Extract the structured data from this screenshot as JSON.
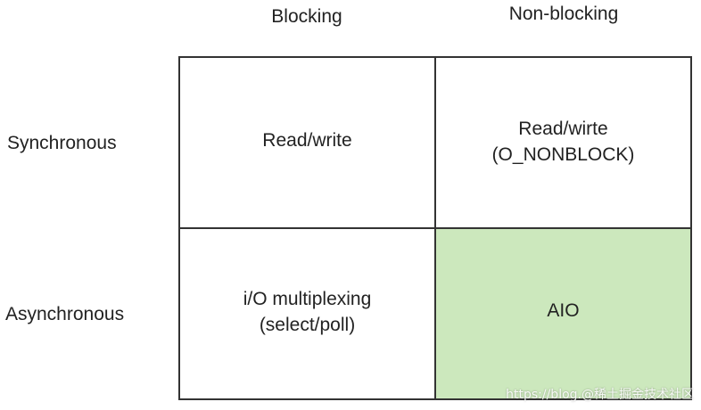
{
  "colors": {
    "grid_line": "#333333",
    "highlight_fill": "#cce8bd",
    "text": "#222222",
    "background": "#ffffff"
  },
  "columns": {
    "blocking": "Blocking",
    "nonblocking": "Non-blocking"
  },
  "rows": {
    "synchronous": "Synchronous",
    "asynchronous": "Asynchronous"
  },
  "cells": {
    "sync_block": {
      "line1": "Read/write"
    },
    "sync_nonblock": {
      "line1": "Read/wirte",
      "line2": "(O_NONBLOCK)"
    },
    "async_block": {
      "line1": "i/O multiplexing",
      "line2": "(select/poll)"
    },
    "async_nonblock": {
      "line1": "AIO",
      "highlighted": true
    }
  },
  "watermark": "https://blog.@稀土掘金技术社区"
}
